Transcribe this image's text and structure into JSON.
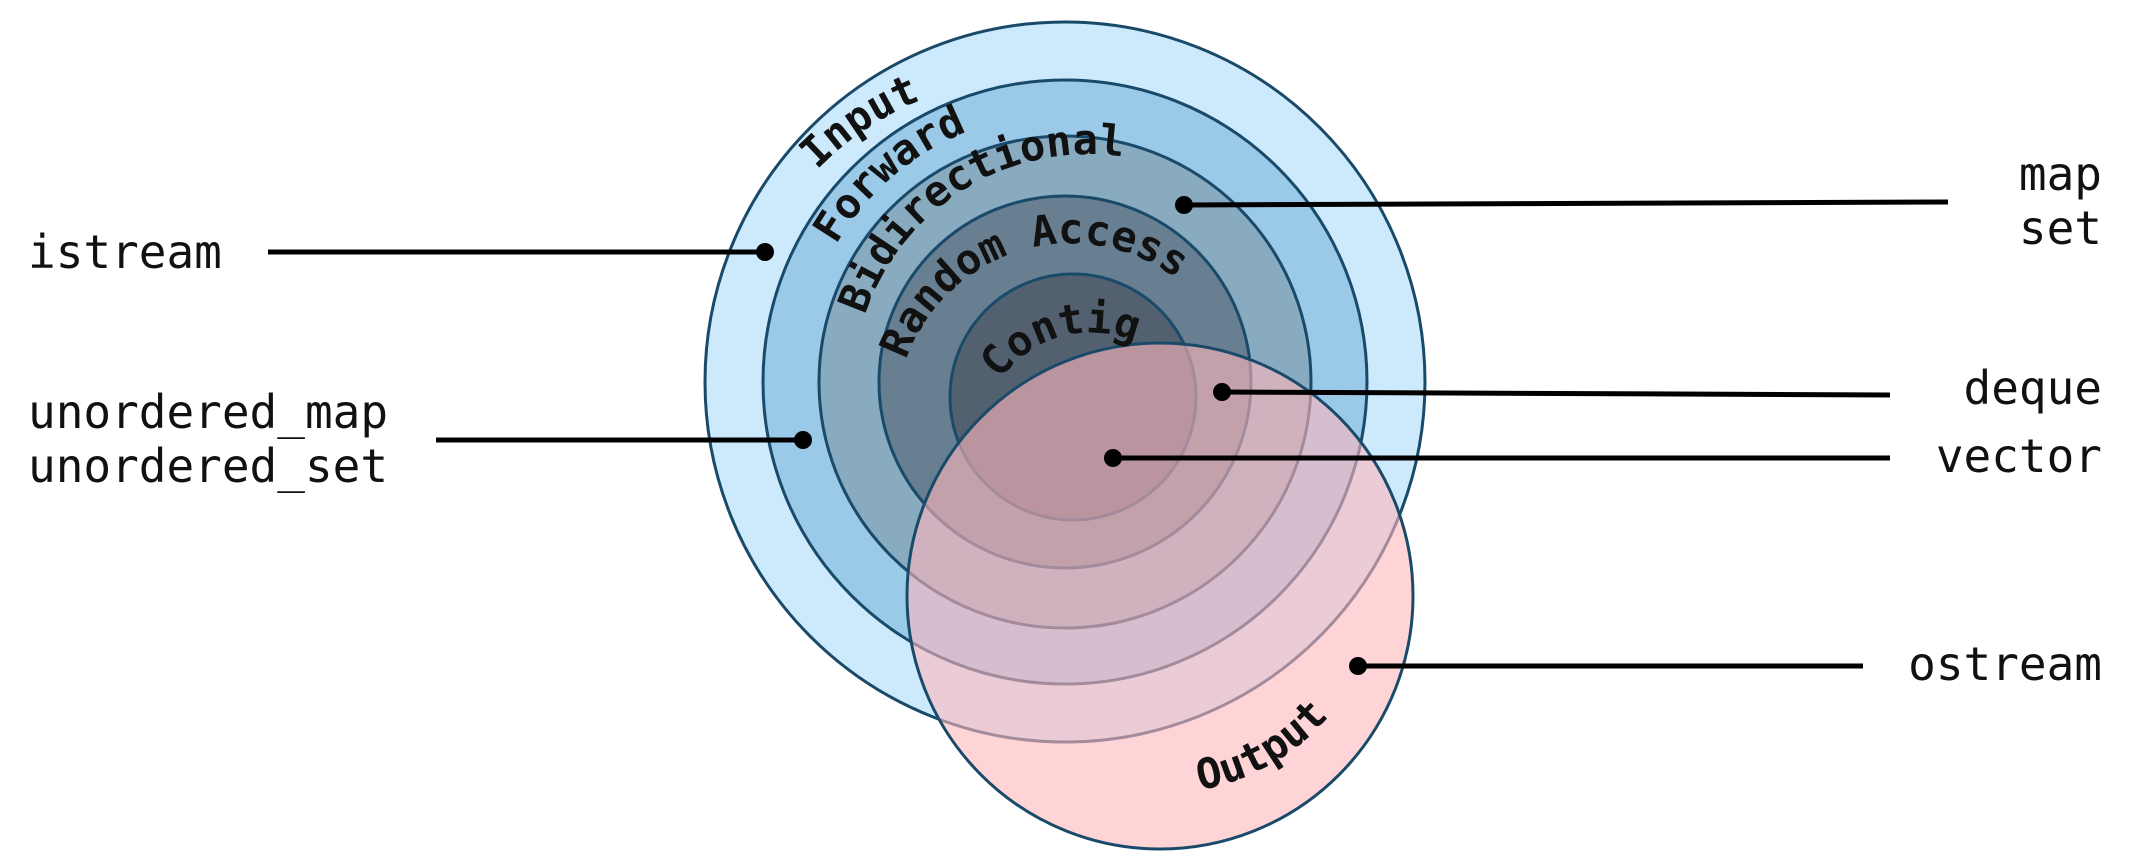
{
  "diagram": {
    "rings": {
      "input": "Input",
      "forward": "Forward",
      "bidirectional": "Bidirectional",
      "random_access": "Random Access",
      "contiguous": "Contig.",
      "output": "Output"
    },
    "containers": {
      "istream": "istream",
      "unordered_map": "unordered_map",
      "unordered_set": "unordered_set",
      "map": "map",
      "set": "set",
      "deque": "deque",
      "vector": "vector",
      "ostream": "ostream"
    },
    "colors": {
      "input": "#cdeafc",
      "forward": "#9bc9e8",
      "bidirectional": "#88abc0",
      "random_access": "#687f91",
      "contiguous": "#536070",
      "output": "#ffd2d5",
      "outline": "#1a4a6a"
    }
  }
}
